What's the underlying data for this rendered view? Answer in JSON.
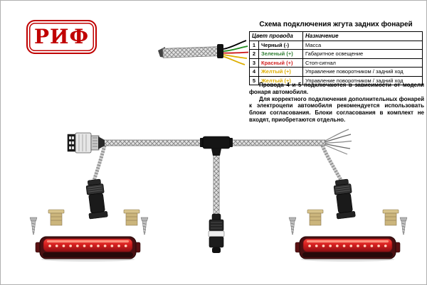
{
  "logo": {
    "text": "РИФ",
    "color": "#c00000"
  },
  "title": "Схема подключения жгута задних фонарей",
  "wire_table": {
    "col_headers": [
      "Цвет провода",
      "Назначение"
    ],
    "rows": [
      {
        "num": "1",
        "color_label": "Черный (-)",
        "color": "#000000",
        "purpose": "Масса"
      },
      {
        "num": "2",
        "color_label": "Зеленый (+)",
        "color": "#2e7d32",
        "purpose": "Габаритное освещение"
      },
      {
        "num": "3",
        "color_label": "Красный (+)",
        "color": "#d02020",
        "purpose": "Стоп-сигнал"
      },
      {
        "num": "4",
        "color_label": "Желтый (+)",
        "color": "#dfae00",
        "purpose": "Управление поворотником / задний ход"
      },
      {
        "num": "5",
        "color_label": "Желтый (+)",
        "color": "#dfae00",
        "purpose": "Управление поворотником / задний ход"
      }
    ]
  },
  "notes": {
    "para1": "Провода 4 и 5 подключаются в зависимости от модели фонаря автомобиля.",
    "para2": "Для корректного подключения дополнительных фонарей к электроцепи автомобиля рекомендуется использовать блоки согласования. Блоки согласования в комплект не входят, приобретаются отдельно."
  },
  "colors": {
    "brand_red": "#c00000",
    "led_red": "#d6201f",
    "clip_tan": "#cbb57c",
    "cable_gray": "#9a9a9a"
  }
}
